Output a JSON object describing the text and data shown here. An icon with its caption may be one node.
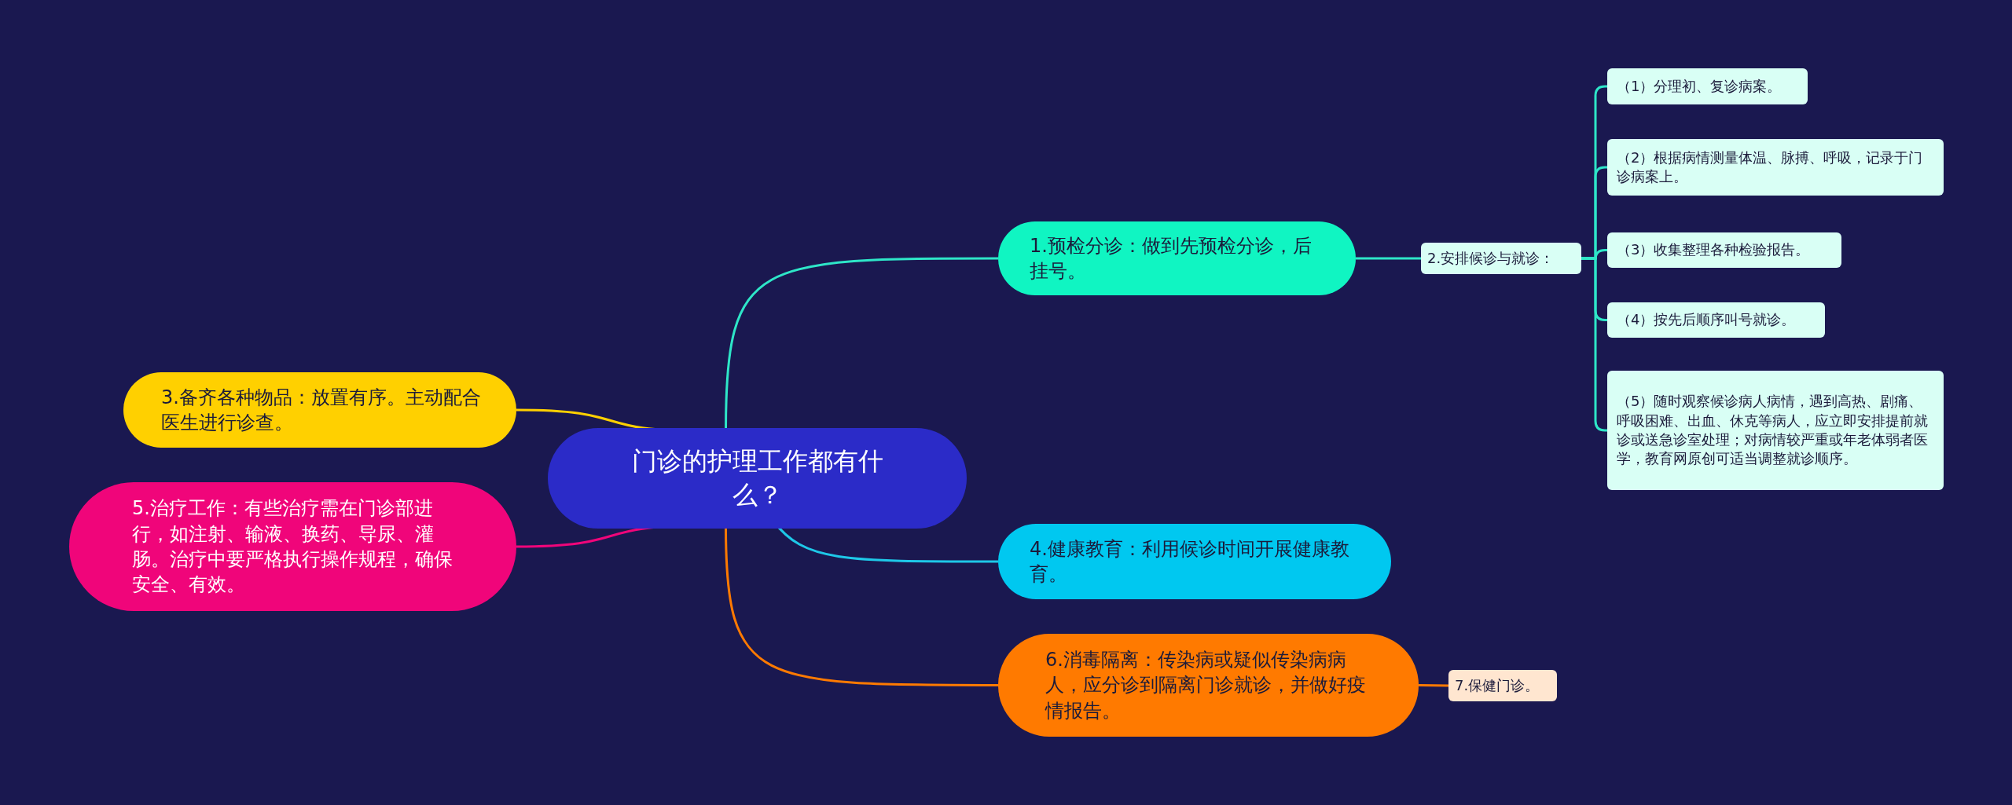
{
  "diagram": {
    "nodes": [
      {
        "text": [
          "门诊的护理工作都有什么？"
        ]
      },
      {
        "text": [
          "1.预检分诊：做到先预检分诊，后挂号。"
        ]
      },
      {
        "text": [
          "2.安排候诊与就诊："
        ]
      },
      {
        "text": [
          "（1）分理初、复诊病案。"
        ]
      },
      {
        "text": [
          "（2）根据病情测量体温、脉搏、呼吸，记录于门诊病案上。"
        ]
      },
      {
        "text": [
          "（3）收集整理各种检验报告。"
        ]
      },
      {
        "text": [
          "（4）按先后顺序叫号就诊。"
        ]
      },
      {
        "text": [
          "（5）随时观察候诊病人病情，遇到高热、剧痛、呼吸困难、出血、休克等病人，应立即安排提前就诊或送急诊室处理；对病情较严重或年老体弱者医学，教育网原创可适当调整就诊顺序。"
        ]
      },
      {
        "text": [
          "3.备齐各种物品：放置有序。主动配合医生进行诊查。"
        ]
      },
      {
        "text": [
          "5.治疗工作：有些治疗需在门诊部进行，如注射、输液、换药、导尿、灌肠。治疗中要严格执行操作规程，确保安全、有效。"
        ]
      },
      {
        "text": [
          "4.健康教育：利用候诊时间开展健康教育。"
        ]
      },
      {
        "text": [
          "6.消毒隔离：传染病或疑似传染病病人，应分诊到隔离门诊就诊，并做好疫情报告。"
        ]
      },
      {
        "text": [
          "7.保健门诊。"
        ]
      }
    ],
    "edges": [
      {
        "from": 0,
        "to": 1,
        "arrow": "none",
        "color": "#2ee6c8"
      },
      {
        "from": 1,
        "to": 2,
        "arrow": "none",
        "color": "#2ee6c8"
      },
      {
        "from": 2,
        "to": 3,
        "arrow": "none",
        "color": "#2ee6c8"
      },
      {
        "from": 2,
        "to": 4,
        "arrow": "none",
        "color": "#2ee6c8"
      },
      {
        "from": 2,
        "to": 5,
        "arrow": "none",
        "color": "#2ee6c8"
      },
      {
        "from": 2,
        "to": 6,
        "arrow": "none",
        "color": "#2ee6c8"
      },
      {
        "from": 2,
        "to": 7,
        "arrow": "none",
        "color": "#2ee6c8"
      },
      {
        "from": 0,
        "to": 8,
        "arrow": "none",
        "color": "#ffd000"
      },
      {
        "from": 0,
        "to": 9,
        "arrow": "none",
        "color": "#f0057a"
      },
      {
        "from": 0,
        "to": 10,
        "arrow": "none",
        "color": "#1ec8e8"
      },
      {
        "from": 0,
        "to": 11,
        "arrow": "none",
        "color": "#ff7a00"
      },
      {
        "from": 11,
        "to": 12,
        "arrow": "none",
        "color": "#ff7a00"
      }
    ]
  }
}
